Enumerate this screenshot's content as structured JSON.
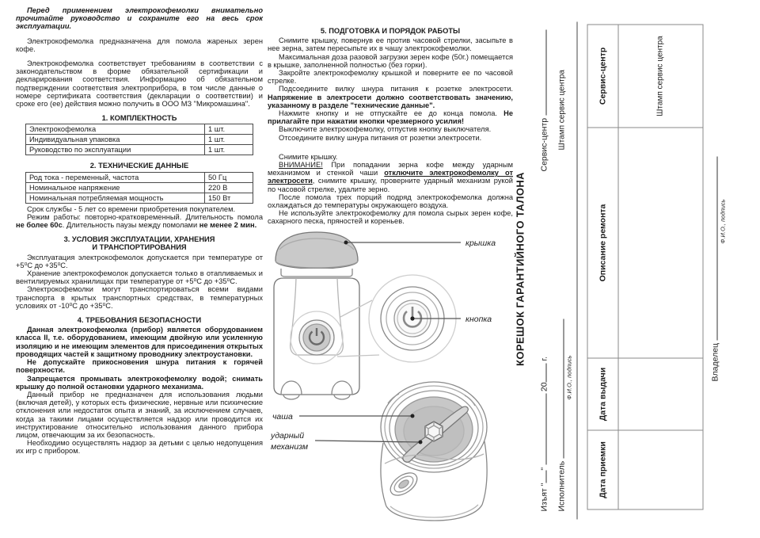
{
  "colors": {
    "paper": "#ffffff",
    "ink": "#1b1b1b",
    "drawing_fill": "#c9c9c9",
    "table_border": "#4a4a4a"
  },
  "left": {
    "intro": [
      {
        "rich": [
          {
            "t": "Перед применением электрокофемолки внимательно прочитайте руководство и сохраните его на весь срок эксплуатации.",
            "b": 1,
            "i": 1
          }
        ]
      },
      {
        "rich": [
          {
            "t": "Электрокофемолка предназначена для помола  жареных зерен кофе."
          }
        ]
      },
      {
        "rich": [
          {
            "t": "Электрокофемолка соответствует требованиям в соответствии с законодательством в форме обязательной сертификации и декларирования соответствия. Информацию об обязательном подтверждении соответствия электроприбора, в том числе данные о номере сертификата соответствия (декларации о соответствии) и сроке его (ее) действия можно получить в ООО МЗ \"Микромашина\"."
          }
        ]
      }
    ],
    "s1": {
      "title": "1. КОМПЛЕКТНОСТЬ",
      "rows": [
        [
          "Электрокофемолка",
          "1 шт."
        ],
        [
          "Индивидуальная упаковка",
          "1 шт."
        ],
        [
          "Руководство по эксплуатации",
          "1 шт."
        ]
      ]
    },
    "s2": {
      "title": "2. ТЕХНИЧЕСКИЕ ДАННЫЕ",
      "rows": [
        [
          "Род тока - переменный, частота",
          "50 Гц"
        ],
        [
          "Номинальное напряжение",
          "220 В"
        ],
        [
          "Номинальная потребляемая мощность",
          "150 Вт"
        ]
      ],
      "notes": [
        {
          "rich": [
            {
              "t": "Срок службы - 5 лет со времени приобретения покупателем."
            }
          ]
        },
        {
          "rich": [
            {
              "t": "Режим работы: повторно-кратковременный. Длительность помола "
            },
            {
              "t": "не более 60с",
              "b": 1
            },
            {
              "t": ". Длительность паузы между помолами "
            },
            {
              "t": "не менее 2 мин.",
              "b": 1
            }
          ]
        }
      ]
    },
    "s3": {
      "title_line1": "3. УСЛОВИЯ ЭКСПЛУАТАЦИИ, ХРАНЕНИЯ",
      "title_line2": "И ТРАНСПОРТИРОВАНИЯ",
      "paragraphs": [
        {
          "rich": [
            {
              "t": "Эксплуатация электрокофемолок допускается при температуре от +5⁰С до +35⁰С."
            }
          ]
        },
        {
          "rich": [
            {
              "t": "Хранение электрокофемолок допускается только в отапливаемых и вентилируемых хранилищах при температуре от +5⁰С до +35⁰С."
            }
          ]
        },
        {
          "rich": [
            {
              "t": "Электрокофемолки могут транспортироваться всеми видами транспорта в крытых транспортных средствах, в температурных условиях от -10⁰С до +35⁰С."
            }
          ]
        }
      ]
    },
    "s4": {
      "title": "4. ТРЕБОВАНИЯ БЕЗОПАСНОСТИ",
      "paragraphs": [
        {
          "rich": [
            {
              "t": "Данная электрокофемолка (прибор) является оборудованием класса II, т.е. оборудованием, имеющим двойную или усиленную изоляцию и не имеющим элементов для присоединения открытых проводящих частей к защитному проводнику электроустановки.",
              "b": 1
            }
          ]
        },
        {
          "rich": [
            {
              "t": "Не допускайте прикосновения шнура питания к горячей поверхности.",
              "b": 1
            }
          ]
        },
        {
          "rich": [
            {
              "t": "Запрещается промывать электрокофемолку водой; снимать крышку до полной остановки ударного механизма.",
              "b": 1
            }
          ]
        },
        {
          "rich": [
            {
              "t": "Данный прибор не предназначен для использования людьми (включая детей), у которых есть физические, нервные или психические отклонения или недостаток опыта и знаний, за исключением случаев, когда за такими лицами осуществляется надзор или проводится их инструктирование относительно использования данного прибора лицом, отвечающим за их безопасность."
            }
          ]
        },
        {
          "rich": [
            {
              "t": "Необходимо осуществлять надзор за детьми с целью недопущения их игр с прибором."
            }
          ]
        }
      ]
    }
  },
  "mid": {
    "s5_title": "5. ПОДГОТОВКА И ПОРЯДОК РАБОТЫ",
    "block1": [
      {
        "rich": [
          {
            "t": "Снимите крышку, повернув ее против часовой стрелки, засыпьте в нее зерна, затем пересыпьте их в чашу электрокофемолки."
          }
        ]
      },
      {
        "rich": [
          {
            "t": "Максимальная доза разовой загрузки зерен кофе (50г.) помещается в крышке, заполненной полностью (без горки)."
          }
        ]
      },
      {
        "rich": [
          {
            "t": "Закройте электрокофемолку крышкой и поверните ее по часовой стрелке."
          }
        ]
      },
      {
        "rich": [
          {
            "t": "Подсоедините вилку шнура питания к розетке электросети. "
          },
          {
            "t": "Напряжение в электросети должно соответствовать значению, указанному в разделе \"технические данные\".",
            "b": 1
          }
        ]
      },
      {
        "rich": [
          {
            "t": "Нажмите кнопку и не отпускайте ее до конца помола. "
          },
          {
            "t": "Не прилагайте при нажатии кнопки чрезмерного усилия!",
            "b": 1
          }
        ]
      },
      {
        "rich": [
          {
            "t": "Выключите электрокофемолку, отпустив кнопку выключателя."
          }
        ]
      },
      {
        "rich": [
          {
            "t": "Отсоедините вилку шнура питания от розетки электросети."
          }
        ]
      }
    ],
    "block2": [
      {
        "rich": [
          {
            "t": "Снимите крышку."
          }
        ]
      },
      {
        "rich": [
          {
            "t": "ВНИМАНИЕ!",
            "u": 1
          },
          {
            "t": " При попадании зерна кофе между ударным механизмом и стенкой чаши "
          },
          {
            "t": "отключите электрокофемолку от электросети",
            "b": 1,
            "u": 1
          },
          {
            "t": ", снимите крышку, проверните ударный механизм рукой по часовой стрелке, удалите зерно."
          }
        ]
      },
      {
        "rich": [
          {
            "t": "После помола трех порций подряд электрокофемолка должна охлаждаться до температуры окружающего воздуха."
          }
        ]
      },
      {
        "rich": [
          {
            "t": "Не используйте электрокофемолку для помола сырых зерен кофе, сахарного песка, пряностей и кореньев."
          }
        ]
      }
    ]
  },
  "diagram": {
    "labels": {
      "lid": "крышка",
      "button": "кнопка",
      "bowl": "чаша",
      "mech1": "ударный",
      "mech2": "механизм"
    }
  },
  "warranty": {
    "title": "КОРЕШОК ГАРАНТИЙНОГО ТАЛОНА",
    "izyat_prefix": "Изъят \"",
    "izyat_close": "\"",
    "year": "20",
    "year_suffix": "г.",
    "service_center_label": "Сервис-центр",
    "executor_label": "Исполнитель",
    "stamp_label": "Штамп сервис центра",
    "fio_caption": "Ф.И.О., подпись",
    "owner_label": "Владелец",
    "table": {
      "headers": [
        "Дата приемки",
        "Дата выдачи",
        "Описание ремонта",
        "Сервис-центр"
      ],
      "stamp_cell": "Штамп сервис центра"
    }
  }
}
